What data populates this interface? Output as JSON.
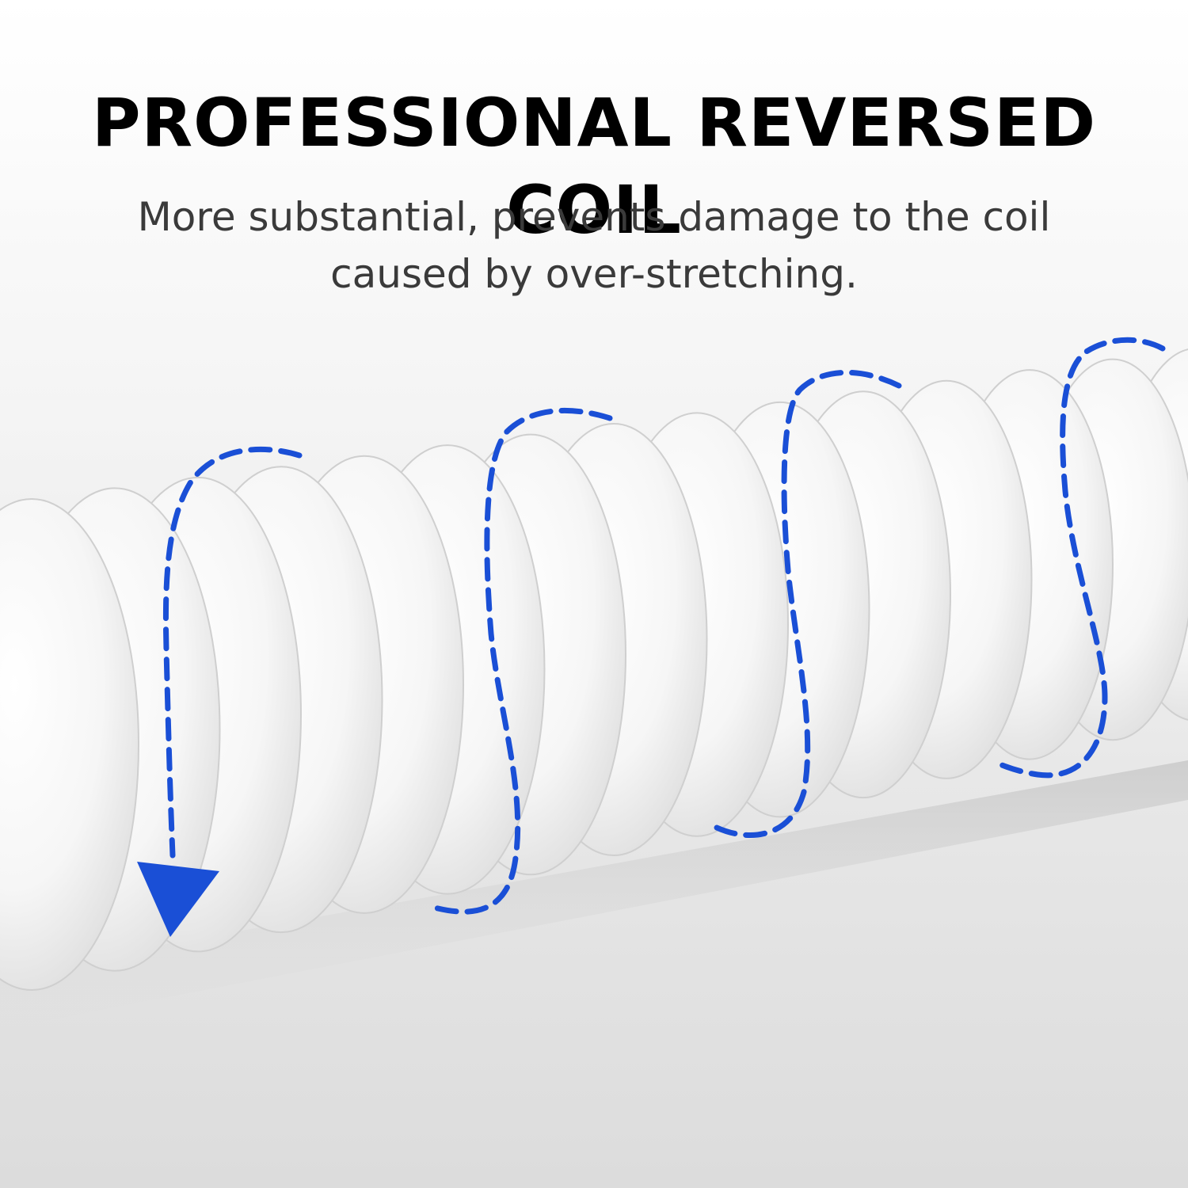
{
  "headline": "PROFESSIONAL REVERSED COIL",
  "subtitle": {
    "line1": "More substantial, prevents damage to the coil",
    "line2": "caused by over-stretching."
  },
  "colors": {
    "arrow": "#1a4fd6",
    "coil": "#f7f7f7",
    "coil_shadow": "#cfcfcf",
    "text": "#000000",
    "subtext": "#3a3a3a"
  },
  "icons": {
    "arrow": "down-arrowhead-icon"
  }
}
